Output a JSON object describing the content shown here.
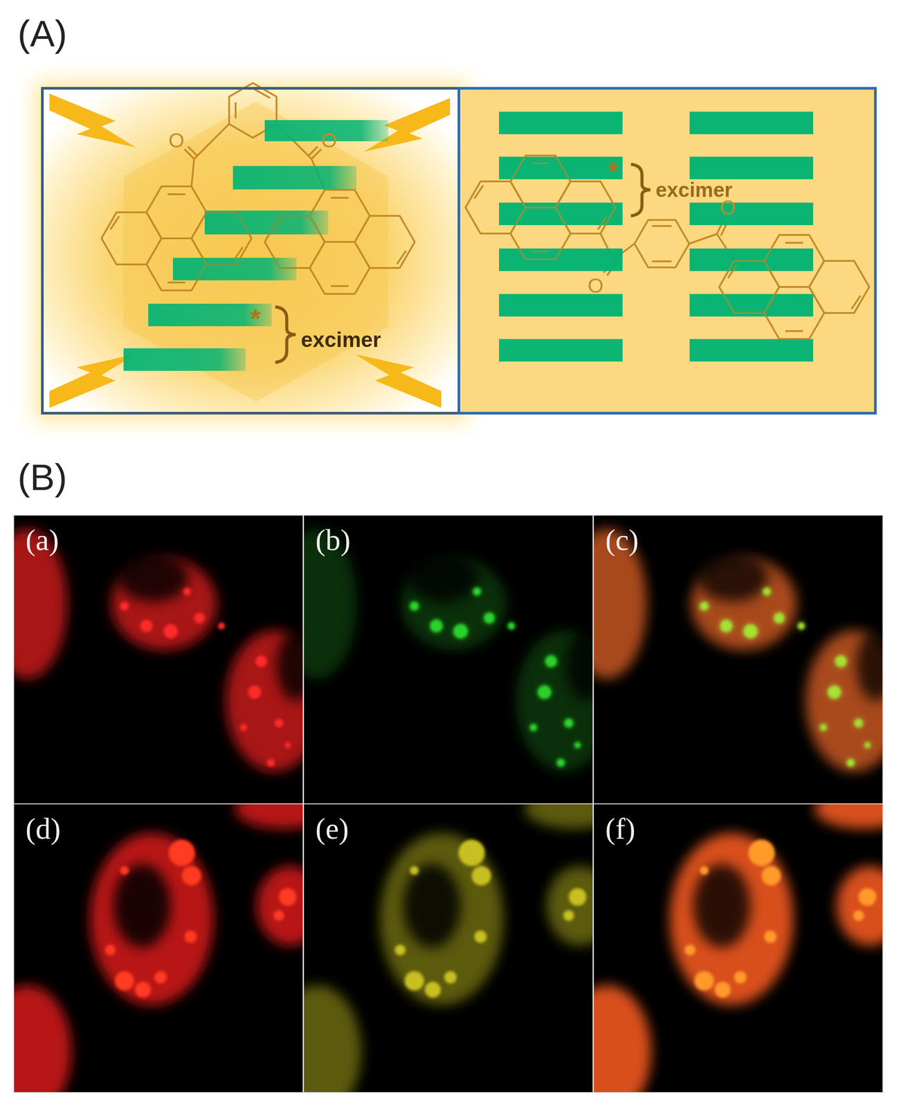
{
  "diagram": {
    "nodes": [
      {
        "text": [
          "(a)"
        ]
      },
      {
        "text": [
          "(b)"
        ]
      },
      {
        "text": [
          "(c)"
        ]
      },
      {
        "text": [
          "(d)"
        ]
      },
      {
        "text": [
          "(e)"
        ]
      },
      {
        "text": [
          "(f)"
        ]
      }
    ],
    "labels": [
      "(A)",
      "O",
      "O",
      "*",
      "excimer",
      "*",
      "excimer",
      "O",
      "O",
      "(B)"
    ]
  }
}
